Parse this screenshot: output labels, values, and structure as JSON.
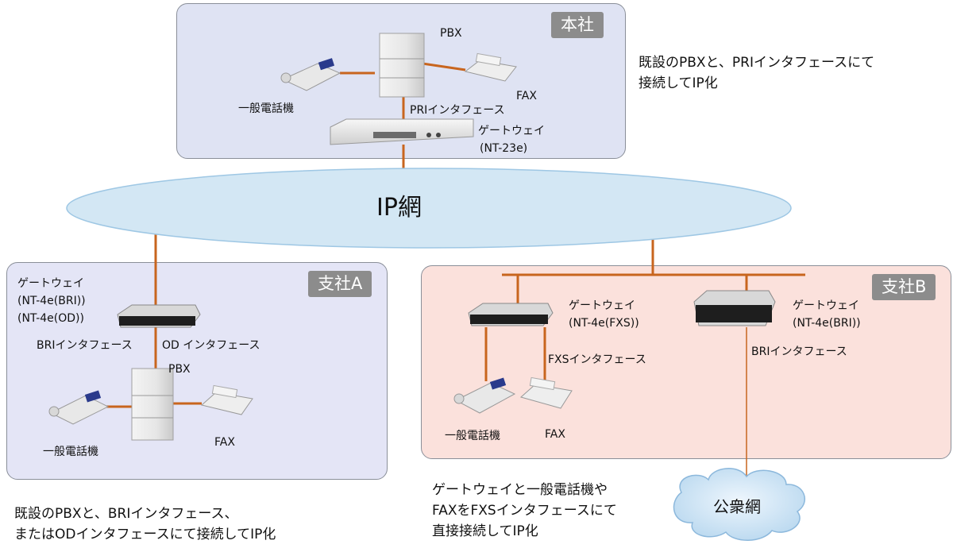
{
  "colors": {
    "hq_bg": "#dfe3f3",
    "branch_a_bg": "#e3e4f6",
    "branch_b_bg": "#fbe1dc",
    "line": "#c8651e",
    "network": "#d3e7f4",
    "tag_bg": "#8c8c8c"
  },
  "network": {
    "label": "IP網"
  },
  "public_network": {
    "label": "公衆網"
  },
  "hq": {
    "tag": "本社",
    "pbx": "PBX",
    "phone": "一般電話機",
    "fax": "FAX",
    "interface": "PRIインタフェース",
    "gateway": "ゲートウェイ",
    "gateway_model": "(NT-23e)",
    "note_lines": [
      "既設のPBXと、PRIインタフェースにて",
      "接続してIP化"
    ]
  },
  "branch_a": {
    "tag": "支社A",
    "gateway": "ゲートウェイ",
    "model1": "(NT-4e(BRI))",
    "model2": "(NT-4e(OD))",
    "bri_interface": "BRIインタフェース",
    "od_interface": "OD インタフェース",
    "pbx": "PBX",
    "phone": "一般電話機",
    "fax": "FAX",
    "note_lines": [
      "既設のPBXと、BRIインタフェース、",
      "またはODインタフェースにて接続してIP化"
    ]
  },
  "branch_b": {
    "tag": "支社B",
    "gateway1": "ゲートウェイ",
    "gateway1_model": "(NT-4e(FXS))",
    "gateway2": "ゲートウェイ",
    "gateway2_model": "(NT-4e(BRI))",
    "fxs_interface": "FXSインタフェース",
    "bri_interface": "BRIインタフェース",
    "phone": "一般電話機",
    "fax": "FAX",
    "note_lines": [
      "ゲートウェイと一般電話機や",
      "FAXをFXSインタフェースにて",
      "直接接続してIP化"
    ]
  }
}
